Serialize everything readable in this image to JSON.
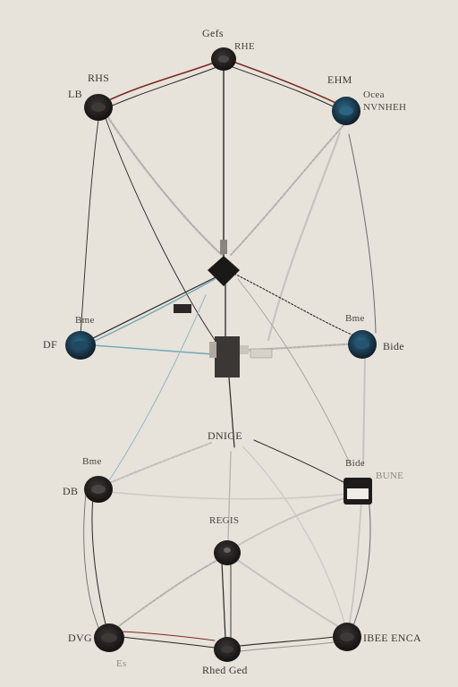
{
  "diagram": {
    "labels": {
      "top_1": "Gefs",
      "top_2": "RHE",
      "tl_1": "RHS",
      "tl_2": "LB",
      "tr_1": "EHM",
      "tr_2": "Ocea",
      "tr_3": "NVNHEH",
      "ml_1": "Bme",
      "ml_2": "DF",
      "mr_1": "Bme",
      "mr_2": "Bide",
      "center": "DNIGE",
      "bl_1": "Bme",
      "bl_2": "DB",
      "br_1": "Bide",
      "br_2": "BUNE",
      "lower_mid": "REGIS",
      "bottom_left": "DVG",
      "bottom_left_2": "Es",
      "bottom_center": "Rhed Ged",
      "bottom_right": "IBEE ENCA"
    },
    "colors": {
      "background": "#e7e2da",
      "node_dark": "#1b1918",
      "node_blue": "#1e3b52",
      "wire_red": "#7a2a22",
      "wire_black": "#2a2726",
      "wire_blue": "#6fa8b8",
      "wire_grey": "#9a958f"
    }
  }
}
